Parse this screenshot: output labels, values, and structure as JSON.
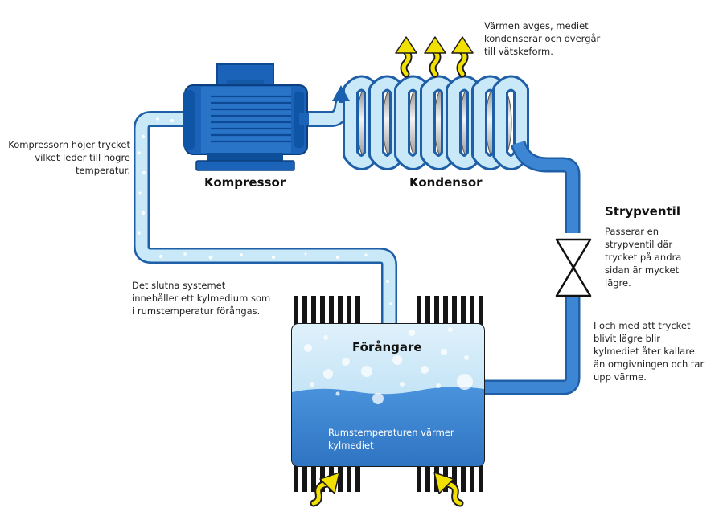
{
  "labels": {
    "compressor": "Kompressor",
    "condenser": "Kondensor",
    "valve": "Strypventil",
    "evaporator": "Förångare"
  },
  "notes": {
    "compressor": [
      "Kompressorn höjer trycket",
      "vilket leder till högre",
      "temperatur."
    ],
    "condenser": [
      "Värmen avges, mediet",
      "kondenserar och övergår",
      "till vätskeform."
    ],
    "valve": [
      "Passerar en",
      "strypventil där",
      "trycket på andra",
      "sidan är mycket",
      "lägre."
    ],
    "after_valve": [
      "I och med att trycket",
      "blivit lägre blir",
      "kylmediet åter kallare",
      "än omgivningen och tar",
      "upp värme."
    ],
    "system": [
      "Det slutna systemet",
      "innehåller ett kylmedium som",
      "i rumstemperatur förångas."
    ],
    "evaporator_inside": [
      "Rumstemperaturen värmer",
      "kylmediet"
    ]
  },
  "colors": {
    "pipe_dark": "#3d82d0",
    "pipe_light": "#bfe3f7",
    "motor": "#1a63b8",
    "motor_dark": "#0d4a92",
    "liquid": "#3a86d4",
    "vapor": "#cfe9f8",
    "fins": "#151515",
    "arrow": "#f2e100"
  },
  "icons": {
    "heat_out": "yellow-wavy-arrow-up-icon",
    "heat_in": "yellow-wavy-arrow-icon",
    "valve": "throttle-valve-icon",
    "motor": "electric-motor-icon"
  }
}
